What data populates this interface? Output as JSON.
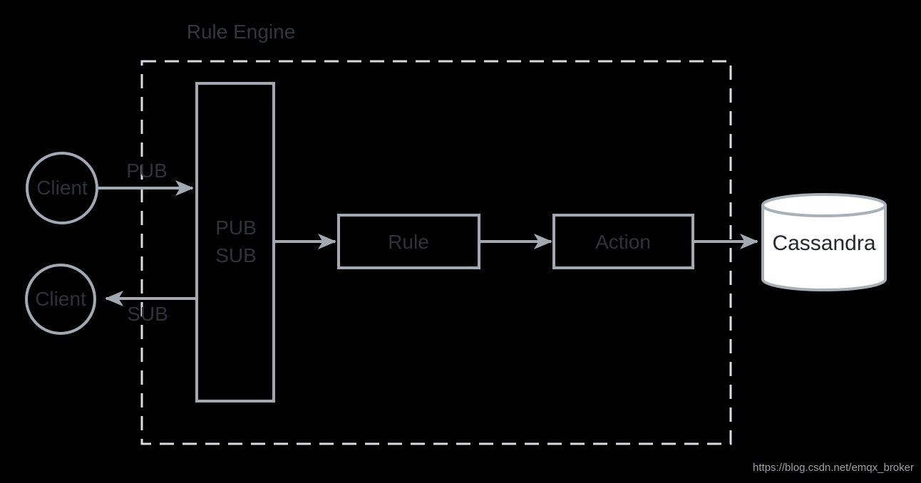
{
  "colors": {
    "background": "#000000",
    "solid_stroke": "#a3a9b3",
    "dashed_stroke": "#d8dade",
    "label_text": "#2f3338",
    "cylinder_fill": "#ffffff",
    "cylinder_text": "#26282d",
    "watermark_text": "#9c9fa3"
  },
  "diagram": {
    "title": "Rule Engine",
    "client_top": {
      "label": "Client"
    },
    "client_bottom": {
      "label": "Client"
    },
    "pub_arrow_label": "PUB",
    "sub_arrow_label": "SUB",
    "broker": {
      "line1": "PUB",
      "line2": "SUB"
    },
    "rule_box_label": "Rule",
    "action_box_label": "Action",
    "database_label": "Cassandra"
  },
  "watermark": {
    "url_text": "https://blog.csdn.net/emqx_broker"
  }
}
